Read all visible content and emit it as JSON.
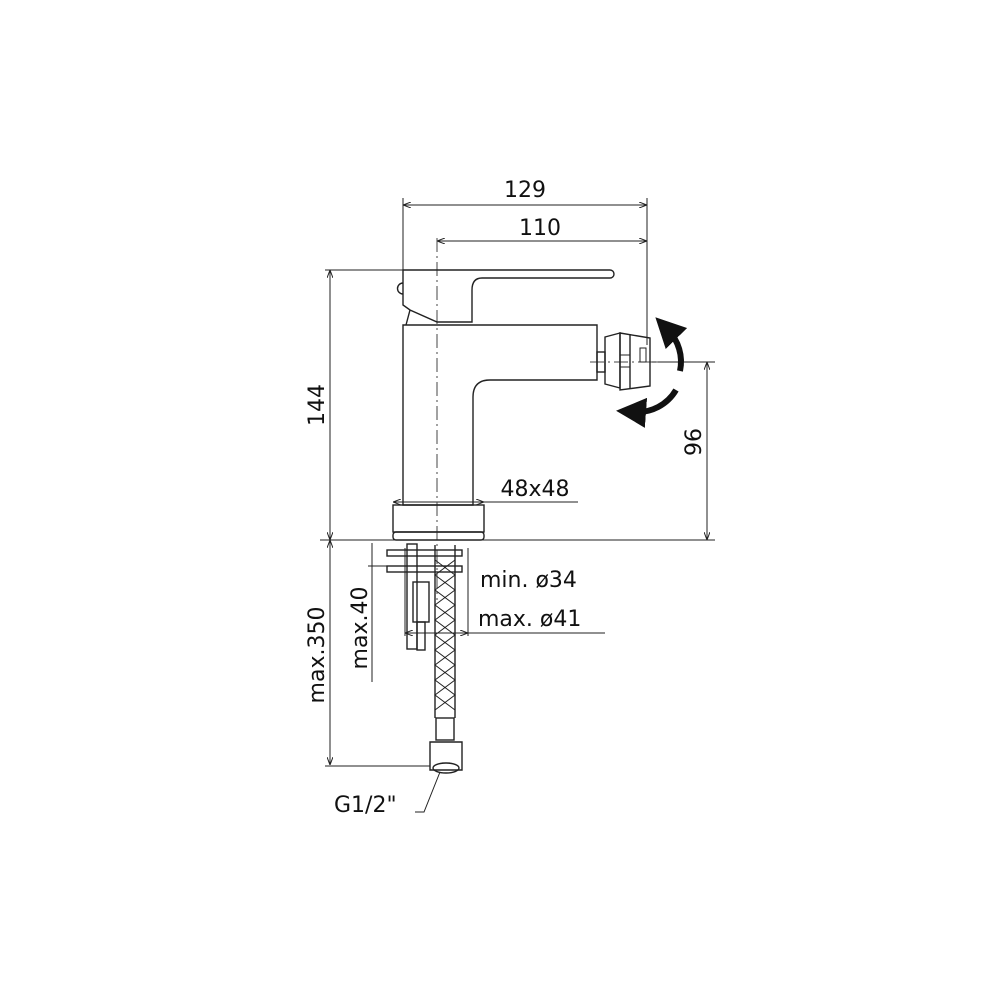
{
  "drawing": {
    "title": "Bidet mixer dimensional drawing",
    "dimensions": {
      "total_depth": "129",
      "spout_reach": "110",
      "height": "144",
      "nozzle_height": "96",
      "base": "48x48",
      "hole_min": "min. ø34",
      "hole_max": "max. ø41",
      "deck_thickness": "max.40",
      "hose_length": "max.350",
      "connection": "G1/2\""
    },
    "color": "#111111"
  }
}
